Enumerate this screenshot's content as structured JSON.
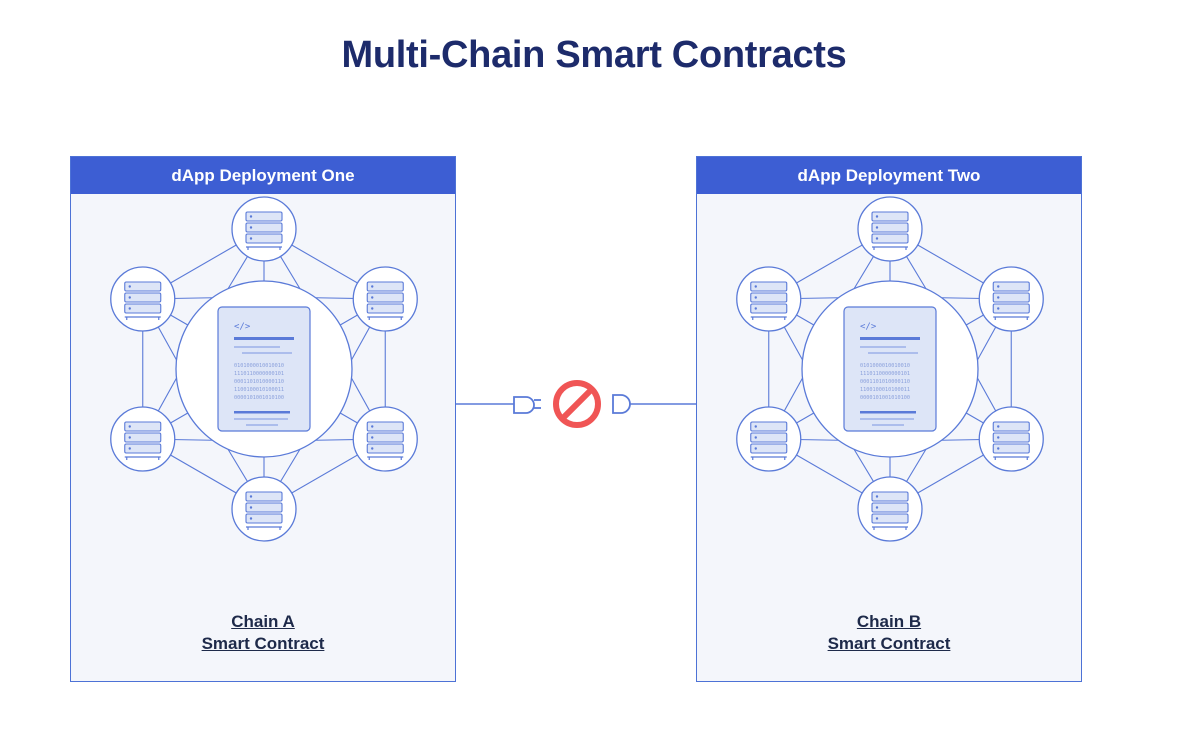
{
  "title": "Multi-Chain Smart Contracts",
  "panels": [
    {
      "header": "dApp Deployment One",
      "chain": "Chain A",
      "contract": "Smart Contract"
    },
    {
      "header": "dApp Deployment Two",
      "chain": "Chain B",
      "contract": "Smart Contract"
    }
  ],
  "contract_card": {
    "code_tag": "</>",
    "binary_lines": [
      "0101000010010010",
      "1110110000000101",
      "0001101010000110",
      "1100100010100011",
      "0000101001010100"
    ]
  },
  "icons": {
    "server": "server-stack-icon",
    "plug_left": "plug-icon",
    "blocked": "prohibited-icon",
    "plug_right": "socket-icon"
  },
  "colors": {
    "title": "#1d2b6b",
    "header": "#3d5ed3",
    "line": "#5a7ad8",
    "blocked": "#f05555"
  }
}
